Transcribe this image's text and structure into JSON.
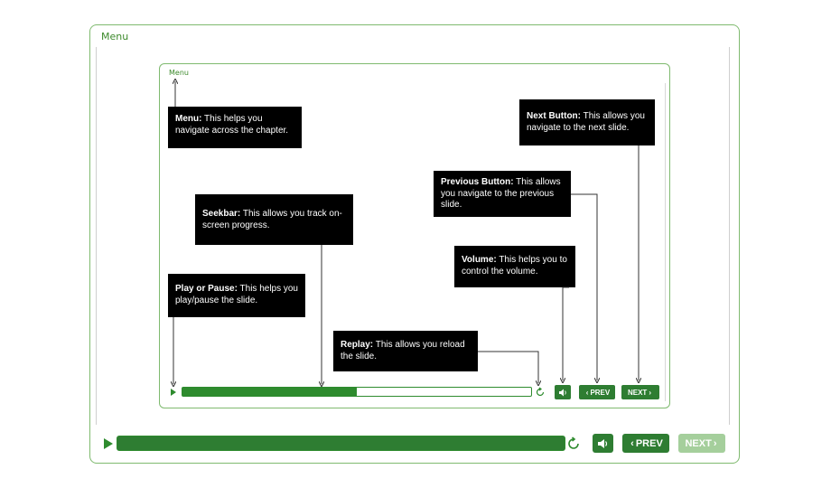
{
  "player": {
    "menu_label": "Menu",
    "colors": {
      "accent": "#2e7d32",
      "frame": "#7fba6f",
      "next_disabled": "#a5cf9c",
      "callout_bg": "#000000"
    }
  },
  "slide": {
    "menu_label": "Menu",
    "callouts": {
      "menu": {
        "title": "Menu:",
        "text": " This helps you navigate across the chapter."
      },
      "next": {
        "title": "Next Button:",
        "text": " This allows you navigate to the next slide."
      },
      "prev": {
        "title": "Previous Button:",
        "text": "  This allows you navigate to the previous slide."
      },
      "seekbar": {
        "title": "Seekbar:",
        "text": " This allows you track on-screen progress."
      },
      "volume": {
        "title": "Volume:",
        "text": " This helps you to control the volume."
      },
      "play": {
        "title": "Play or Pause:",
        "text": " This helps you play/pause the slide."
      },
      "replay": {
        "title": "Replay:",
        "text": " This allows you reload the slide."
      }
    },
    "mini_controls": {
      "prev_label": "PREV",
      "next_label": "NEXT",
      "progress": 0.5,
      "volume_icon": "speaker-icon",
      "replay_icon": "replay-icon",
      "play_icon": "play-icon"
    }
  },
  "controls": {
    "prev_label": "PREV",
    "next_label": "NEXT",
    "progress": 1.0,
    "volume_icon": "speaker-icon",
    "replay_icon": "replay-icon",
    "play_icon": "play-icon"
  }
}
